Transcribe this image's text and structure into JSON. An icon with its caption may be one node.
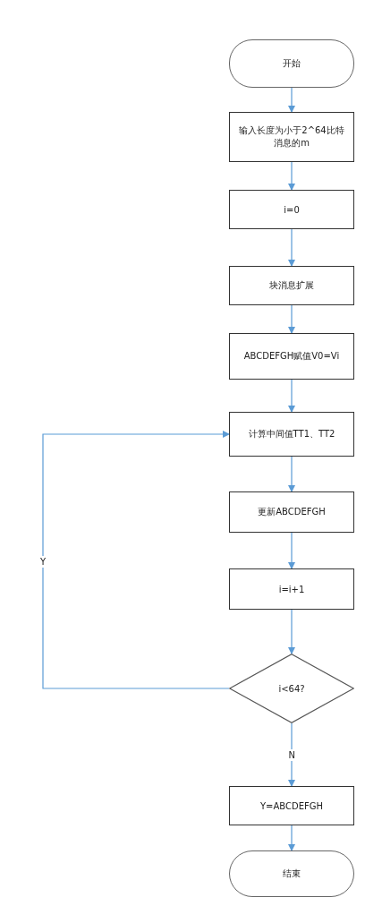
{
  "diagram": {
    "nodes": [
      {
        "text": [
          "开始"
        ]
      },
      {
        "text": [
          "输入长度为小于2^64比特消息的m"
        ]
      },
      {
        "text": [
          "i=0"
        ]
      },
      {
        "text": [
          "块消息扩展"
        ]
      },
      {
        "text": [
          "ABCDEFGH赋值V0=Vi"
        ]
      },
      {
        "text": [
          "计算中间值TT1、TT2"
        ]
      },
      {
        "text": [
          "更新ABCDEFGH"
        ]
      },
      {
        "text": [
          "i=i+1"
        ]
      },
      {
        "text": [
          "i<64?"
        ]
      },
      {
        "text": [
          "Y=ABCDEFGH"
        ]
      },
      {
        "text": [
          "结束"
        ]
      }
    ],
    "edges": [
      {
        "from": 0,
        "to": 1,
        "arrow": "to"
      },
      {
        "from": 1,
        "to": 2,
        "arrow": "to"
      },
      {
        "from": 2,
        "to": 3,
        "arrow": "to"
      },
      {
        "from": 3,
        "to": 4,
        "arrow": "to"
      },
      {
        "from": 4,
        "to": 5,
        "arrow": "to"
      },
      {
        "from": 5,
        "to": 6,
        "arrow": "to"
      },
      {
        "from": 6,
        "to": 7,
        "arrow": "to"
      },
      {
        "from": 7,
        "to": 8,
        "arrow": "to"
      },
      {
        "from": 8,
        "to": 5,
        "label": "Y",
        "arrow": "to"
      },
      {
        "from": 8,
        "to": 9,
        "label": "N",
        "arrow": "to"
      },
      {
        "from": 9,
        "to": 10,
        "arrow": "to"
      }
    ]
  }
}
